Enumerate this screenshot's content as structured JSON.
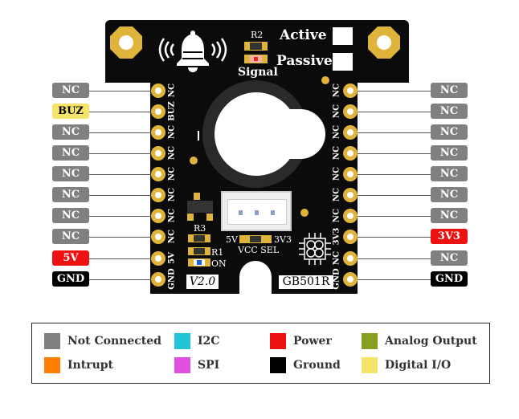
{
  "board": {
    "model": "GB501R",
    "version": "V2.0",
    "labels": {
      "active": "Active",
      "passive": "Passive",
      "signal": "Signal",
      "r1": "R1",
      "r2": "R2",
      "r3": "R3",
      "on": "ON",
      "vcc_5v": "5V",
      "vcc_3v3": "3V3",
      "vcc_sel": "VCC SEL"
    }
  },
  "left_pins": [
    {
      "board": "NC",
      "tag": "NC",
      "color": "#808080",
      "text_color": "#ffffff"
    },
    {
      "board": "BUZ",
      "tag": "BUZ",
      "color": "#f5e46a",
      "text_color": "#000000"
    },
    {
      "board": "NC",
      "tag": "NC",
      "color": "#808080",
      "text_color": "#ffffff"
    },
    {
      "board": "NC",
      "tag": "NC",
      "color": "#808080",
      "text_color": "#ffffff"
    },
    {
      "board": "NC",
      "tag": "NC",
      "color": "#808080",
      "text_color": "#ffffff"
    },
    {
      "board": "NC",
      "tag": "NC",
      "color": "#808080",
      "text_color": "#ffffff"
    },
    {
      "board": "NC",
      "tag": "NC",
      "color": "#808080",
      "text_color": "#ffffff"
    },
    {
      "board": "NC",
      "tag": "NC",
      "color": "#808080",
      "text_color": "#ffffff"
    },
    {
      "board": "5V",
      "tag": "5V",
      "color": "#ee1111",
      "text_color": "#ffffff"
    },
    {
      "board": "GND",
      "tag": "GND",
      "color": "#000000",
      "text_color": "#ffffff"
    }
  ],
  "right_pins": [
    {
      "board": "NC",
      "tag": "NC",
      "color": "#808080",
      "text_color": "#ffffff"
    },
    {
      "board": "NC",
      "tag": "NC",
      "color": "#808080",
      "text_color": "#ffffff"
    },
    {
      "board": "NC",
      "tag": "NC",
      "color": "#808080",
      "text_color": "#ffffff"
    },
    {
      "board": "NC",
      "tag": "NC",
      "color": "#808080",
      "text_color": "#ffffff"
    },
    {
      "board": "NC",
      "tag": "NC",
      "color": "#808080",
      "text_color": "#ffffff"
    },
    {
      "board": "NC",
      "tag": "NC",
      "color": "#808080",
      "text_color": "#ffffff"
    },
    {
      "board": "NC",
      "tag": "NC",
      "color": "#808080",
      "text_color": "#ffffff"
    },
    {
      "board": "3V3",
      "tag": "3V3",
      "color": "#ee1111",
      "text_color": "#ffffff"
    },
    {
      "board": "NC",
      "tag": "NC",
      "color": "#808080",
      "text_color": "#ffffff"
    },
    {
      "board": "GND",
      "tag": "GND",
      "color": "#000000",
      "text_color": "#ffffff"
    }
  ],
  "legend": [
    {
      "label": "Not Connected",
      "color": "#808080"
    },
    {
      "label": "Intrupt",
      "color": "#ff8000"
    },
    {
      "label": "I2C",
      "color": "#22c4d6"
    },
    {
      "label": "SPI",
      "color": "#e04fe0"
    },
    {
      "label": "Power",
      "color": "#ee1111"
    },
    {
      "label": "Ground",
      "color": "#000000"
    },
    {
      "label": "Analog Output",
      "color": "#88a020"
    },
    {
      "label": "Digital I/O",
      "color": "#f5e46a"
    }
  ]
}
